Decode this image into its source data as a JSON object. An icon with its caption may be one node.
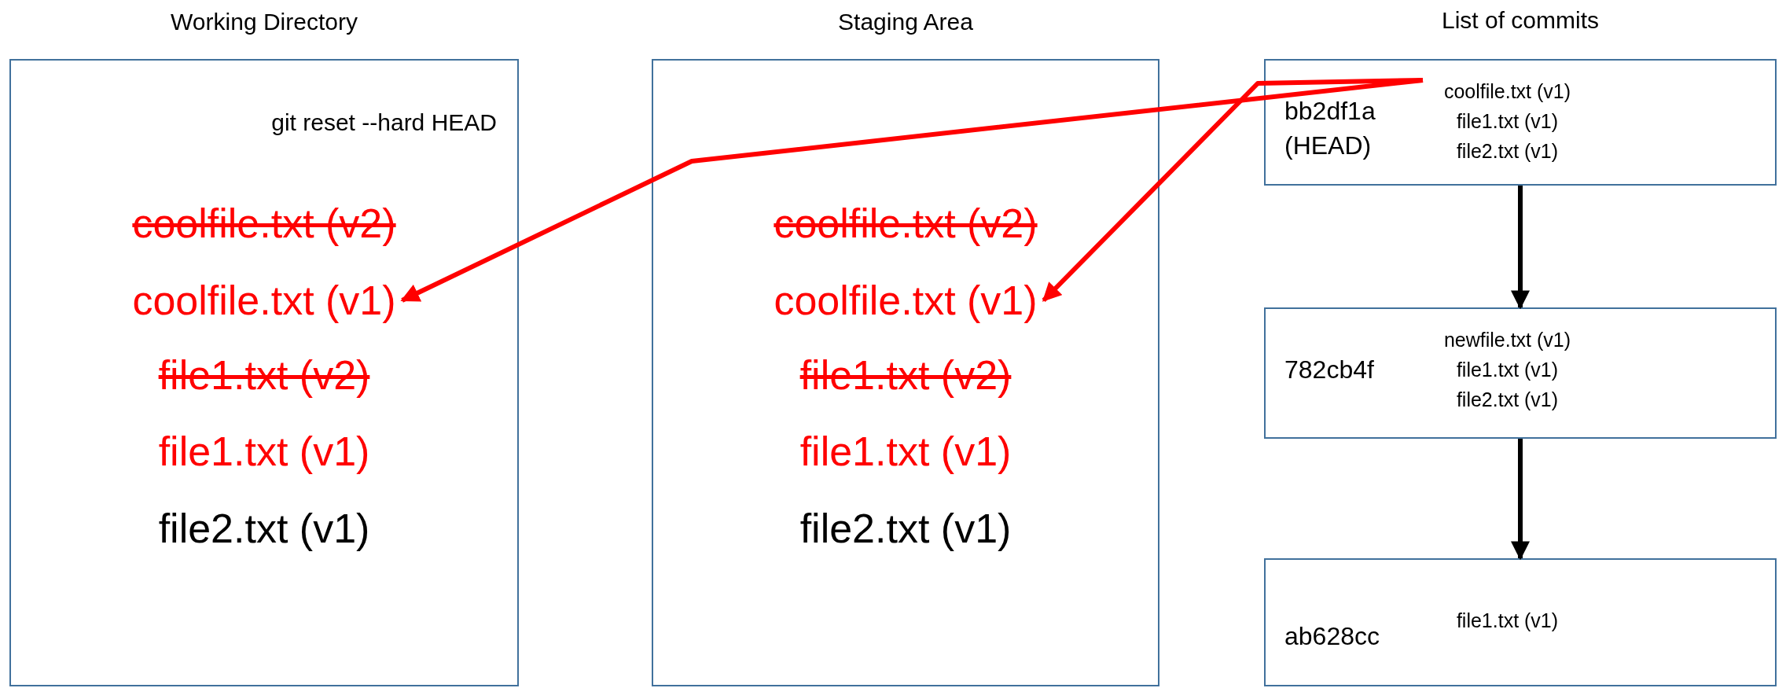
{
  "diagram": {
    "nodes": [
      {
        "text": [
          "Working Directory",
          "git reset --hard HEAD"
        ]
      },
      {
        "text": [
          "coolfile.txt (v2)"
        ],
        "in": 0
      },
      {
        "text": [
          "coolfile.txt (v1)"
        ],
        "in": 0
      },
      {
        "text": [
          "file1.txt (v2)"
        ],
        "in": 0
      },
      {
        "text": [
          "file1.txt (v1)"
        ],
        "in": 0
      },
      {
        "text": [
          "file2.txt (v1)"
        ],
        "in": 0
      },
      {
        "text": [
          "Staging Area"
        ]
      },
      {
        "text": [
          "coolfile.txt (v2)"
        ],
        "in": 6
      },
      {
        "text": [
          "coolfile.txt (v1)"
        ],
        "in": 6
      },
      {
        "text": [
          "file1.txt (v2)"
        ],
        "in": 6
      },
      {
        "text": [
          "file1.txt (v1)"
        ],
        "in": 6
      },
      {
        "text": [
          "file2.txt (v1)"
        ],
        "in": 6
      },
      {
        "text": [
          "bb2df1a (HEAD)"
        ]
      },
      {
        "text": [
          "coolfile.txt (v1) file1.txt (v1) file2.txt (v1)"
        ],
        "in": 12
      },
      {
        "text": [
          "782cb4f"
        ]
      },
      {
        "text": [
          "newfile.txt (v1) file1.txt (v1) file2.txt (v1)"
        ],
        "in": 14
      },
      {
        "text": [
          "ab628cc"
        ]
      },
      {
        "text": [
          "file1.txt (v1)"
        ],
        "in": 16
      }
    ],
    "edges": [
      {
        "from": 13,
        "to": 2,
        "arrow": "to",
        "color": "#ff0000"
      },
      {
        "from": 13,
        "to": 8,
        "arrow": "to",
        "color": "#ff0000"
      },
      {
        "from": 12,
        "to": 14,
        "arrow": "to",
        "color": "#000000"
      },
      {
        "from": 14,
        "to": 16,
        "arrow": "to",
        "color": "#000000"
      }
    ],
    "labels": [
      "List of commits"
    ]
  }
}
